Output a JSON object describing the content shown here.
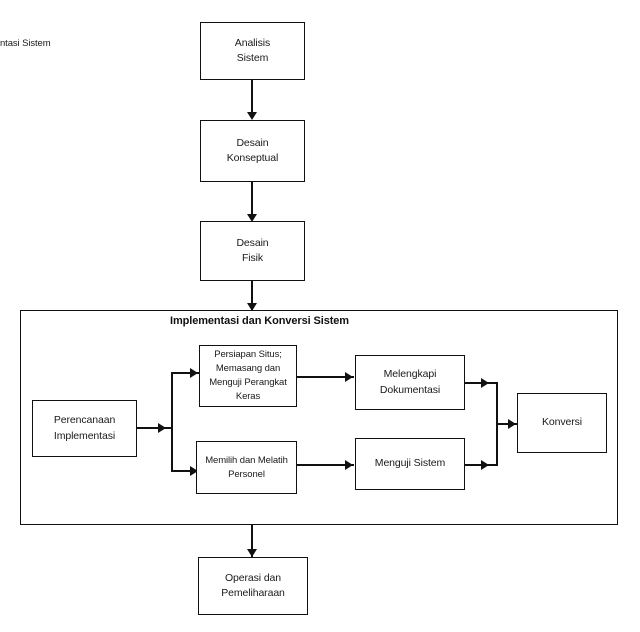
{
  "diagram": {
    "clipped_label": "ntasi Sistem",
    "container": {
      "title": "Implementasi dan Konversi Sistem"
    },
    "nodes": [
      {
        "id": "analisis-sistem",
        "label": "Analisis\nSistem"
      },
      {
        "id": "desain-konseptual",
        "label": "Desain\nKonseptual"
      },
      {
        "id": "desain-fisik",
        "label": "Desain\nFisik"
      },
      {
        "id": "perencanaan-implementasi",
        "label": "Perencanaan\nImplementasi"
      },
      {
        "id": "persiapan-situs",
        "label": "Persiapan Situs;\nMemasang dan\nMenguji Perangkat\nKeras"
      },
      {
        "id": "memilih-melatih-personel",
        "label": "Memilih dan Melatih\nPersonel"
      },
      {
        "id": "melengkapi-dokumentasi",
        "label": "Melengkapi\nDokumentasi"
      },
      {
        "id": "menguji-sistem",
        "label": "Menguji Sistem"
      },
      {
        "id": "konversi",
        "label": "Konversi"
      },
      {
        "id": "operasi-pemeliharaan",
        "label": "Operasi dan\nPemeliharaan"
      }
    ]
  }
}
